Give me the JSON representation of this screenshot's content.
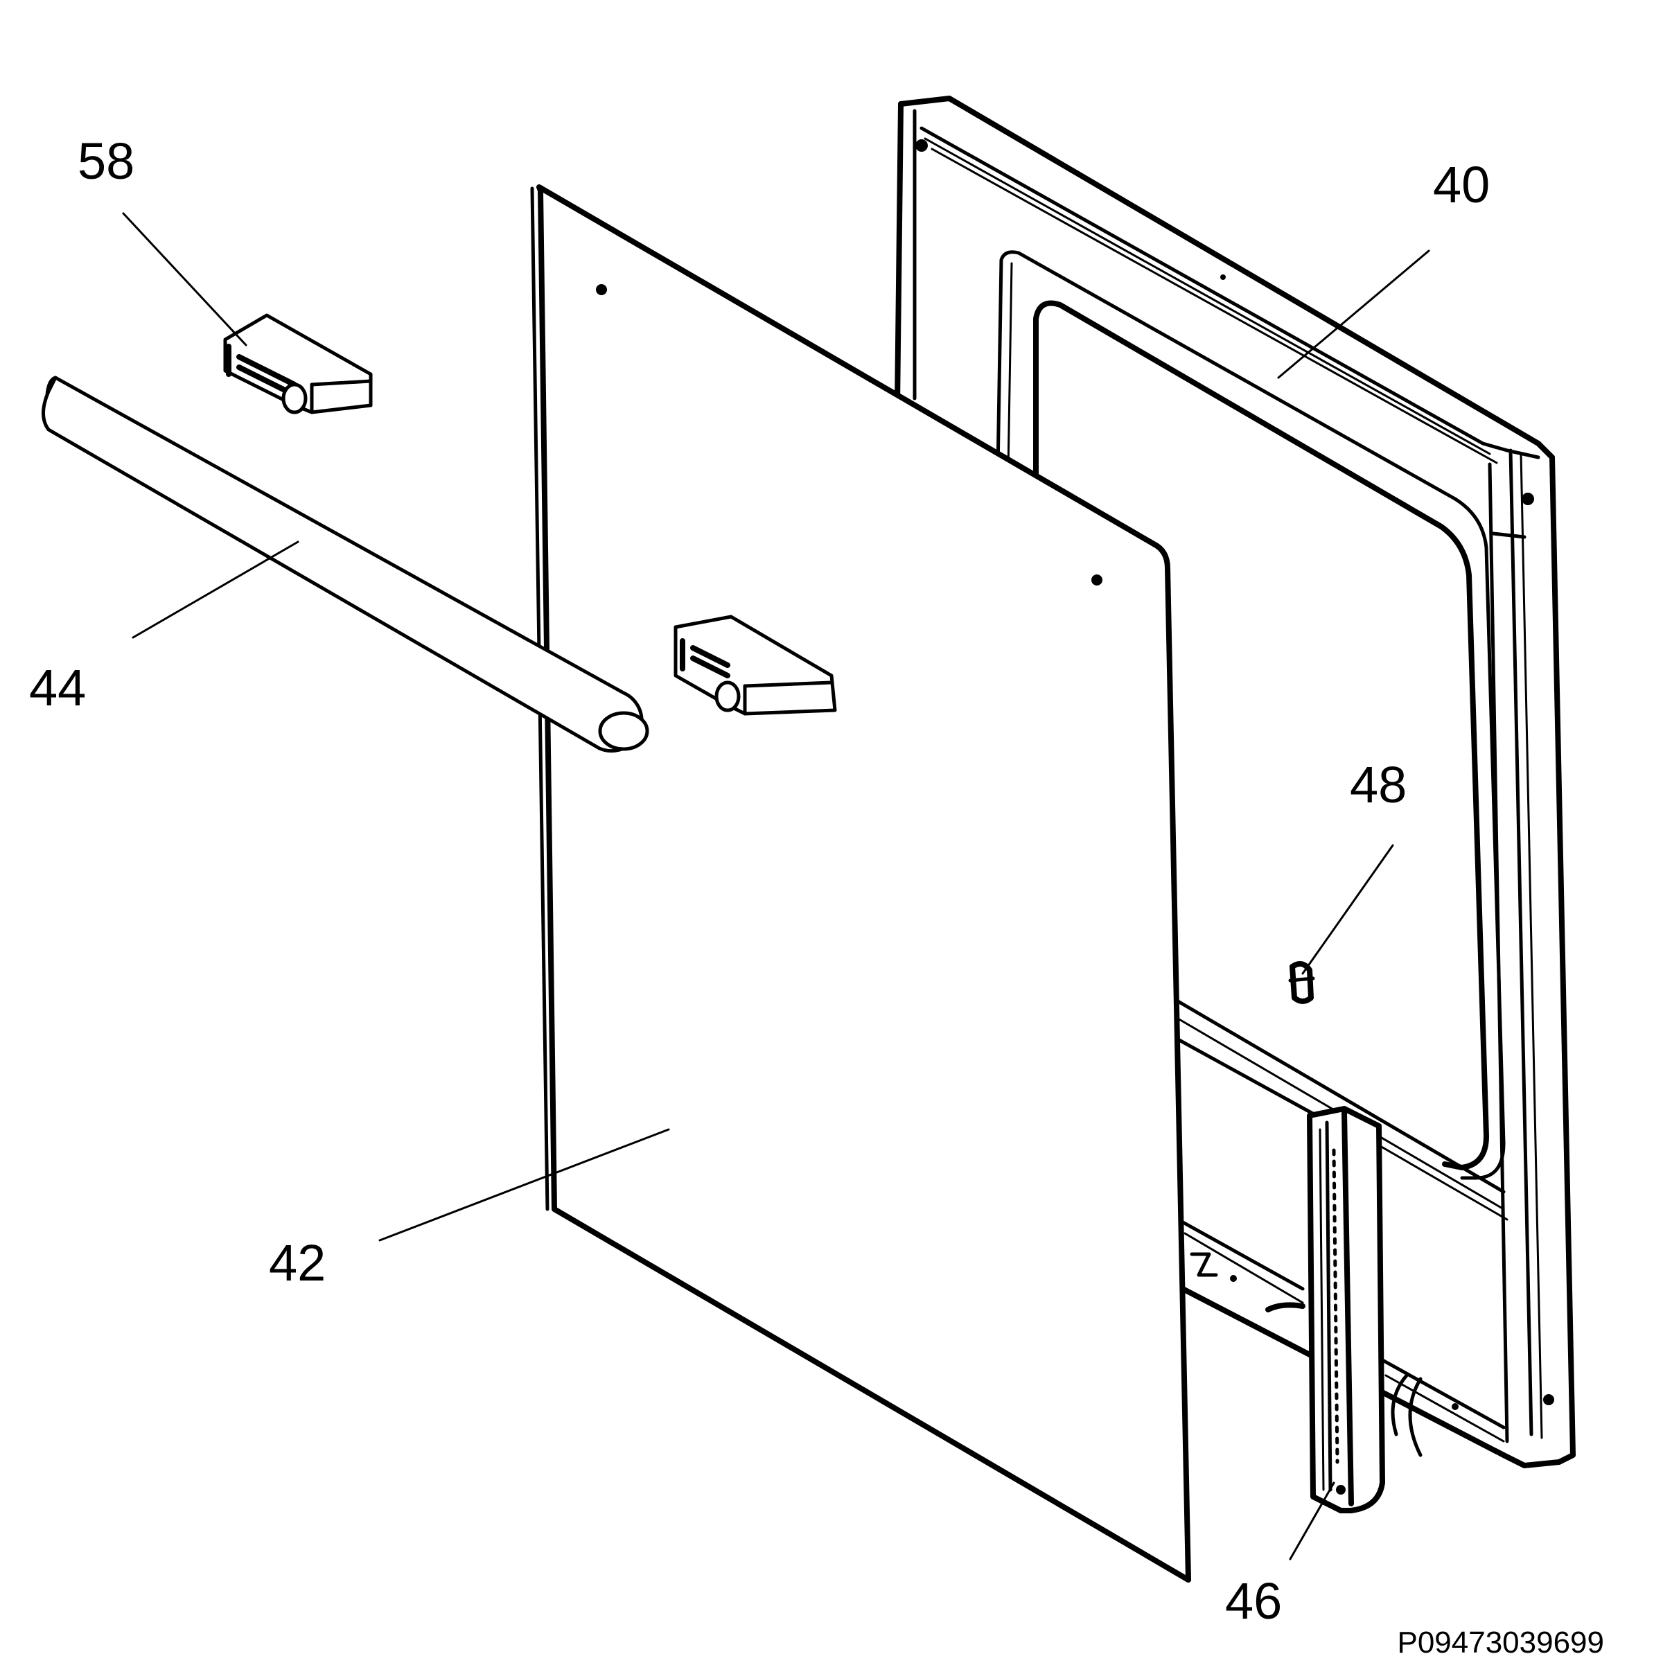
{
  "diagram": {
    "callouts": {
      "frame": "40",
      "panel": "42",
      "handle_bar": "44",
      "hinge_strip": "46",
      "screw": "48",
      "end_cap": "58"
    },
    "reference_code": "P09473039699"
  },
  "colors": {
    "ink": "#000000",
    "paper": "#ffffff"
  }
}
